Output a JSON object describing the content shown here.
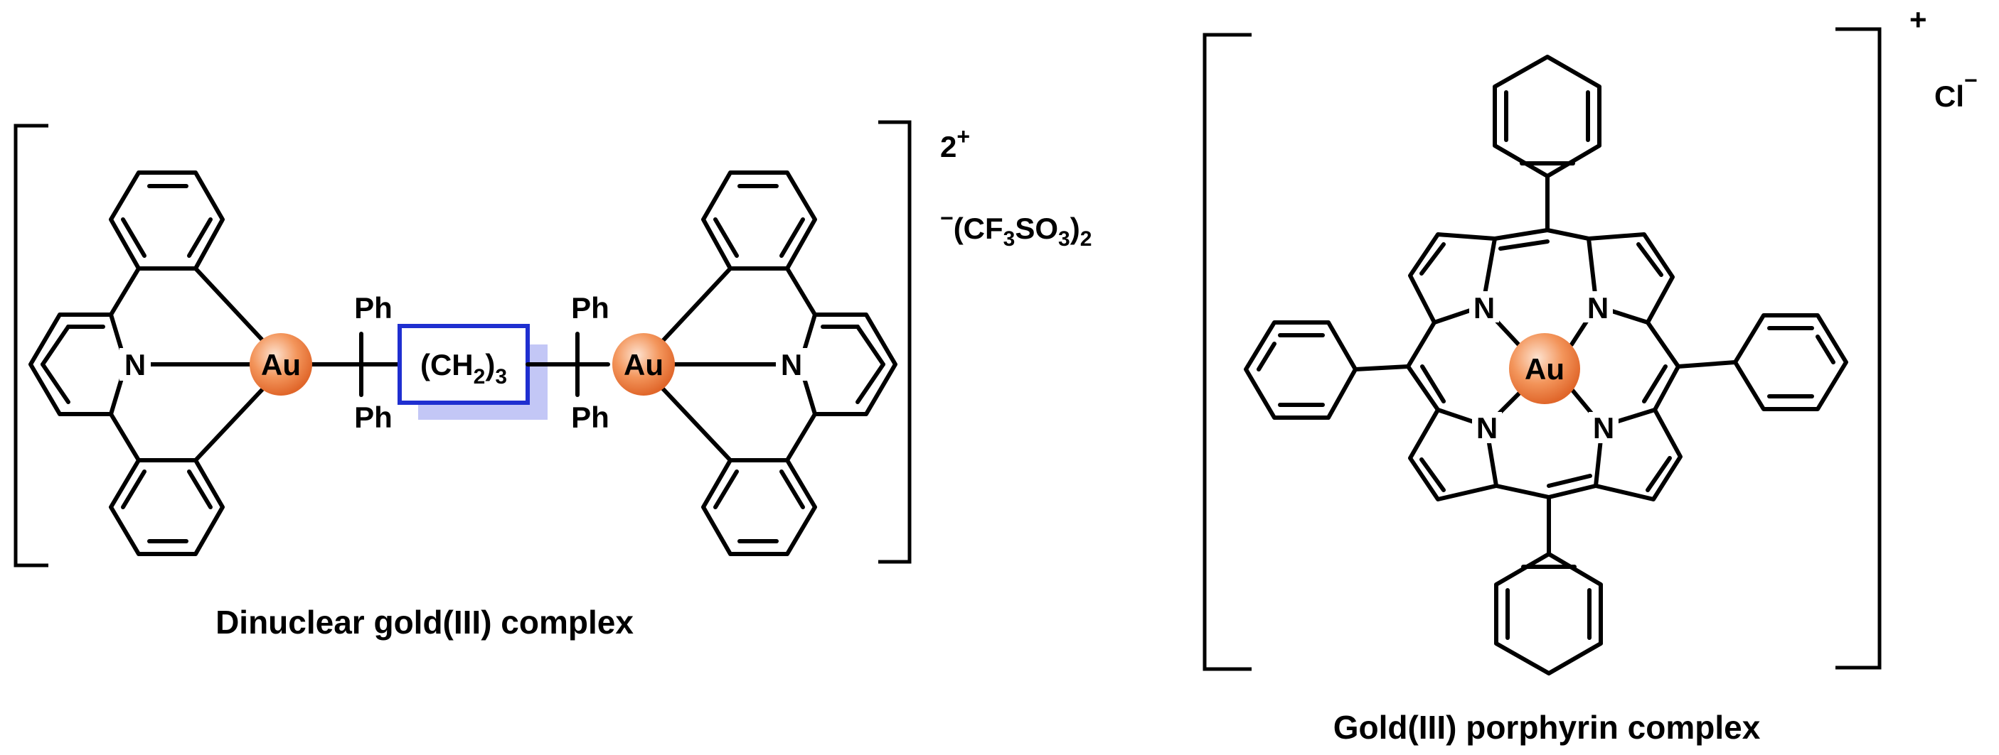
{
  "dinuclear": {
    "caption": "Dinuclear gold(III) complex",
    "metal": "Au",
    "nitrogen": "N",
    "phenyl": "Ph",
    "linker": {
      "paren_open": "(CH",
      "sub": "2",
      "paren_close": ")",
      "sub2": "3"
    },
    "charge": {
      "value": "2",
      "sign": "+"
    },
    "counterion": {
      "minus": "−",
      "text1": "(CF",
      "sub1": "3",
      "text2": "SO",
      "sub2": "3",
      "text3": ")",
      "sub3": "2"
    }
  },
  "porphyrin": {
    "caption": "Gold(III) porphyrin complex",
    "metal": "Au",
    "nitrogen": "N",
    "charge": {
      "sign": "+"
    },
    "counterion": {
      "text": "Cl",
      "sign": "−"
    }
  },
  "colors": {
    "gold_highlight": "#f28a4e",
    "linker_box": "#1f2fd0",
    "linker_shadow": "#b8bdf5"
  }
}
